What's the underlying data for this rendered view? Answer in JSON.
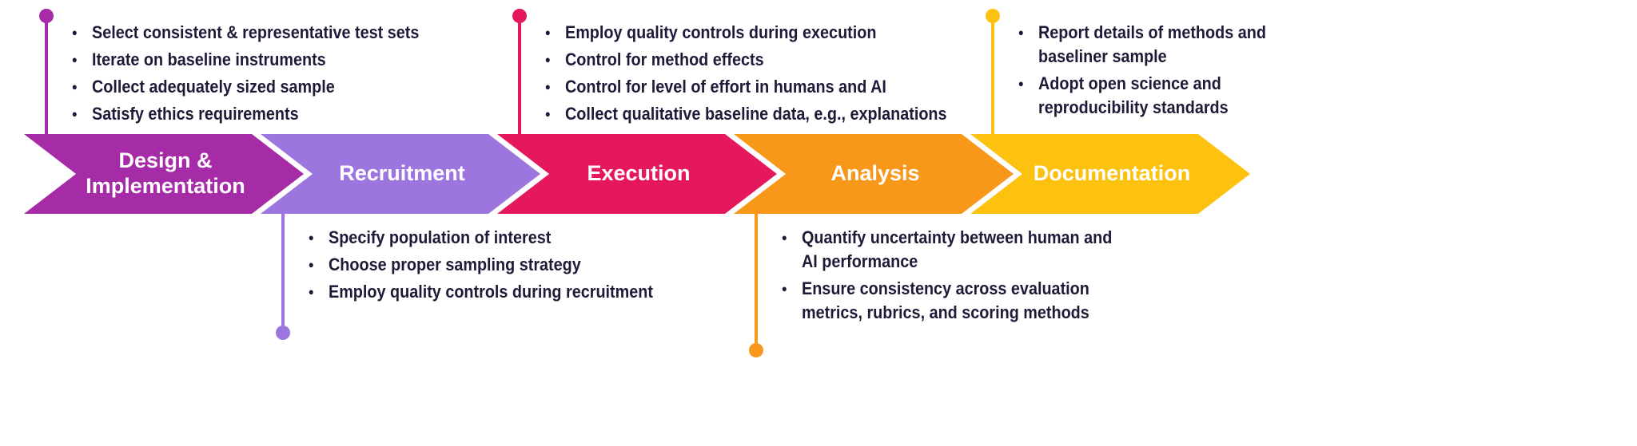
{
  "diagram": {
    "type": "process-flow",
    "background": "#FFFFFF",
    "text_color": "#1E1B38",
    "stage_label_color": "#FFFFFF"
  },
  "stages": [
    {
      "label": "Design & Implementation",
      "color": "#A62BA6",
      "notes_position": "above",
      "notes": [
        "Select consistent & representative test sets",
        "Iterate on baseline instruments",
        "Collect adequately sized sample",
        "Satisfy ethics requirements"
      ]
    },
    {
      "label": "Recruitment",
      "color": "#9C75DE",
      "notes_position": "below",
      "notes": [
        "Specify population of interest",
        "Choose proper sampling strategy",
        "Employ quality controls during recruitment"
      ]
    },
    {
      "label": "Execution",
      "color": "#E5185E",
      "notes_position": "above",
      "notes": [
        "Employ quality controls during execution",
        "Control for method effects",
        "Control for level of effort in humans and AI",
        "Collect qualitative baseline data, e.g., explanations"
      ]
    },
    {
      "label": "Analysis",
      "color": "#F8981B",
      "notes_position": "below",
      "notes": [
        "Quantify uncertainty between human and AI performance",
        "Ensure consistency across evaluation metrics, rubrics, and scoring methods"
      ]
    },
    {
      "label": "Documentation",
      "color": "#FDC110",
      "notes_position": "above",
      "notes": [
        "Report details of methods and baseliner sample",
        "Adopt open science and reproducibility standards"
      ]
    }
  ]
}
